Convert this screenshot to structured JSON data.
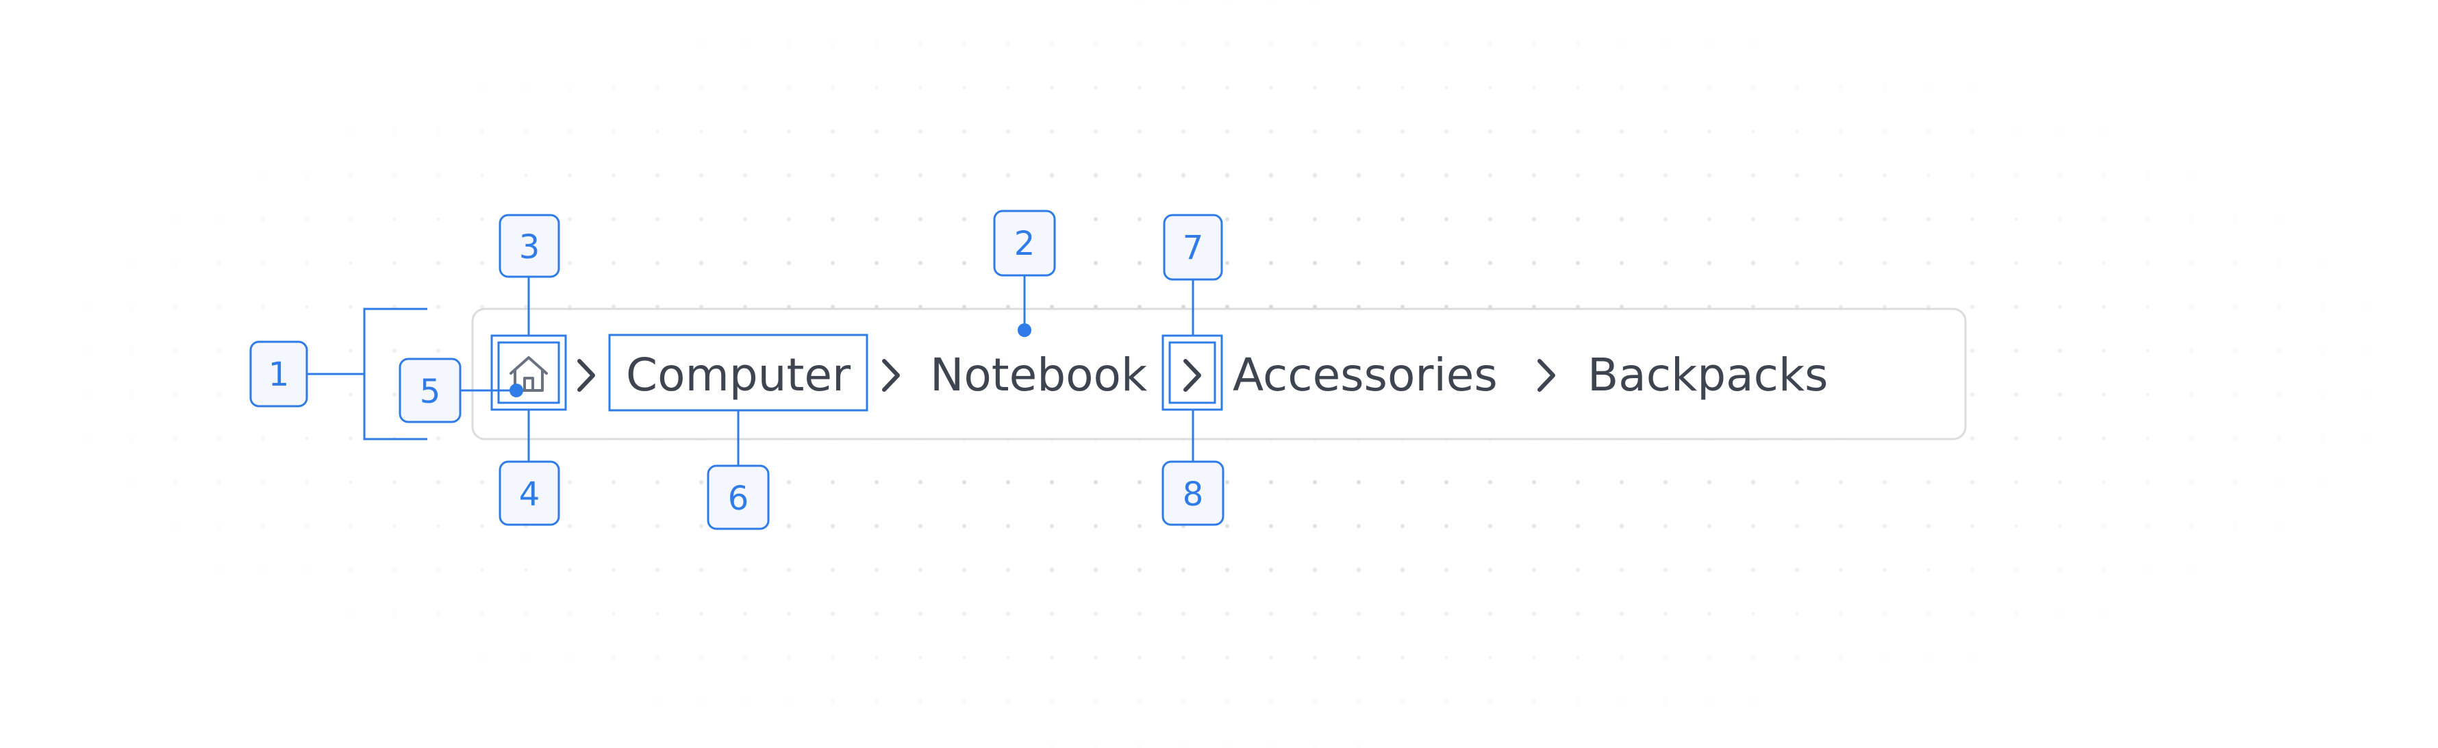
{
  "breadcrumb": {
    "home_icon": "home-icon",
    "separator_icon": "chevron-right-icon",
    "items": [
      {
        "label": "Computer"
      },
      {
        "label": "Notebook"
      },
      {
        "label": "Accessories"
      },
      {
        "label": "Backpacks"
      }
    ]
  },
  "callouts": [
    "1",
    "2",
    "3",
    "4",
    "5",
    "6",
    "7",
    "8"
  ],
  "colors": {
    "accent": "#2f7ce8",
    "callout_fill": "#f4f8fe",
    "text": "#3f4550",
    "container_border": "#dcdcdc",
    "separator": "#3f4550",
    "dot": "#c9c9c9"
  }
}
